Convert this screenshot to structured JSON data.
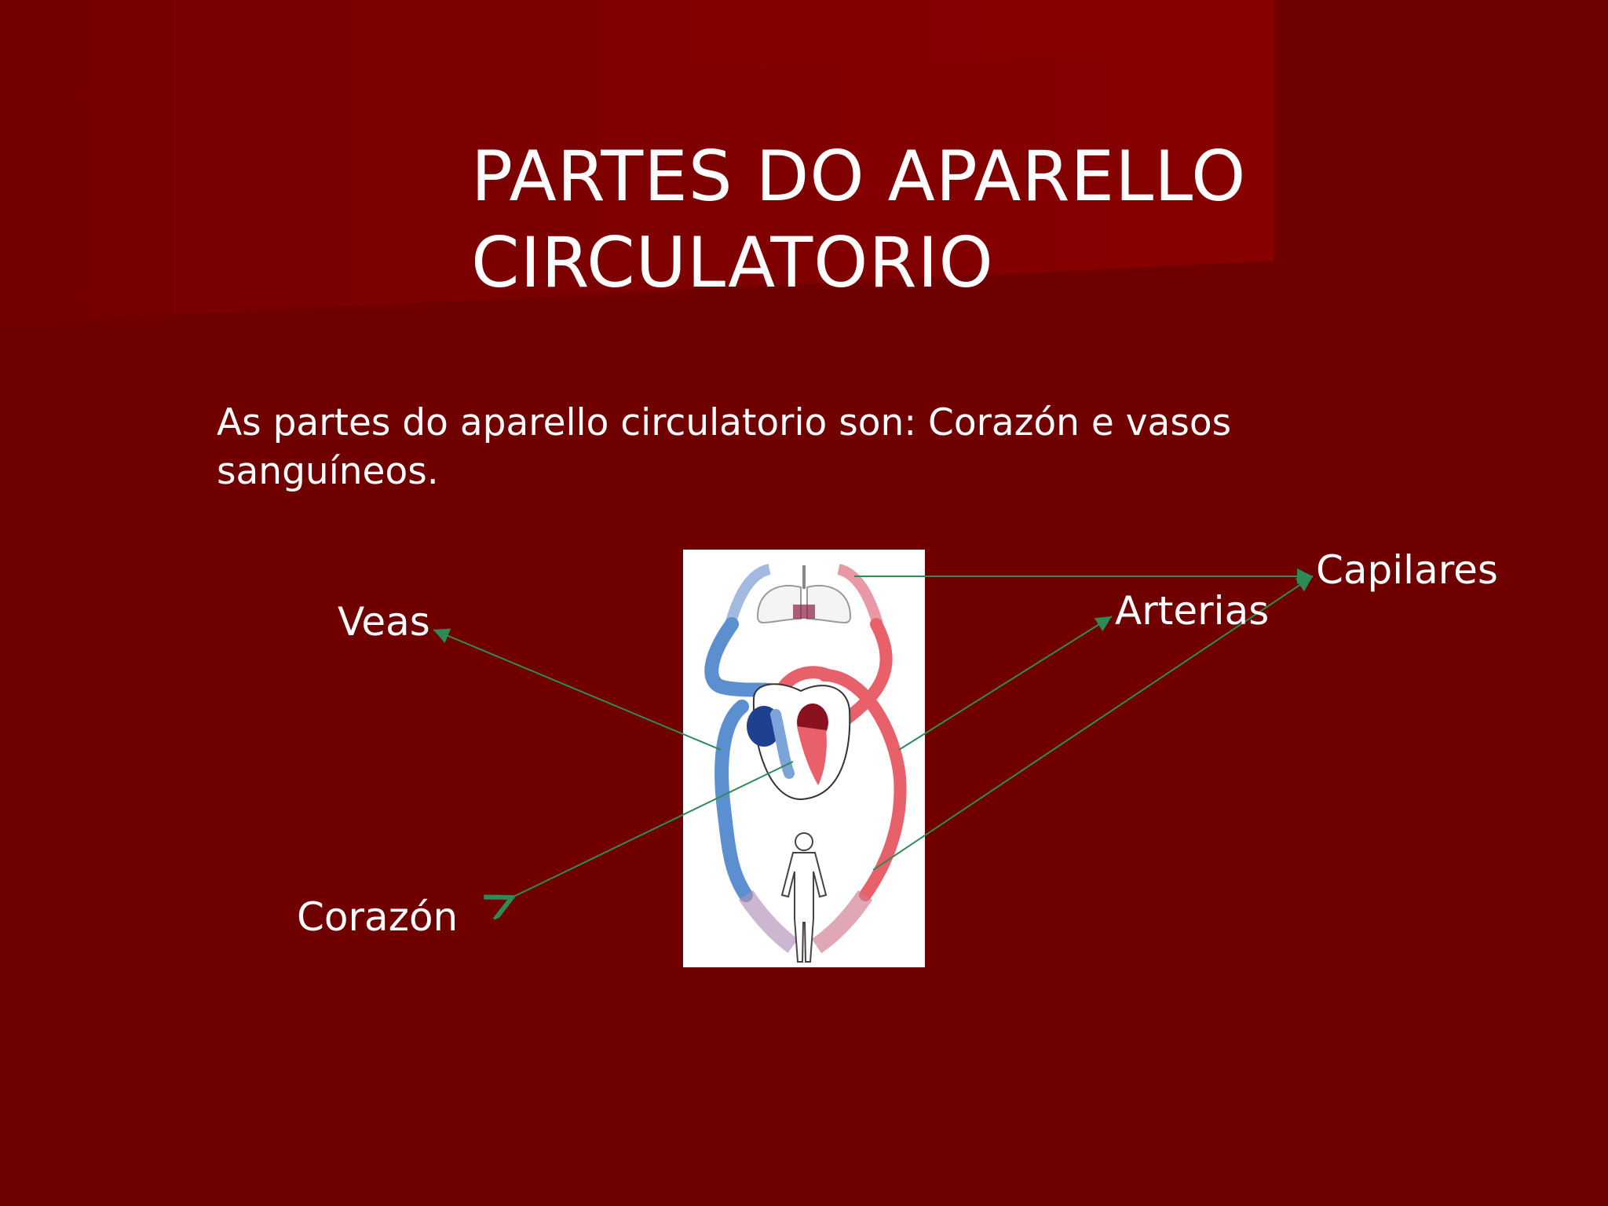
{
  "slide": {
    "title_line1": "PARTES DO APARELLO",
    "title_line2": "CIRCULATORIO",
    "body": "As partes do aparello circulatorio son: Corazón e vasos sanguíneos."
  },
  "labels": {
    "veas": "Veas",
    "arterias": "Arterias",
    "capilares": "Capilares",
    "corazon": "Corazón"
  },
  "colors": {
    "background": "#700000",
    "band": "#860000",
    "text": "#ffffff",
    "arrow": "#2e8b57",
    "oxygenated": "#e8606a",
    "deoxygenated": "#5b8fd0"
  }
}
